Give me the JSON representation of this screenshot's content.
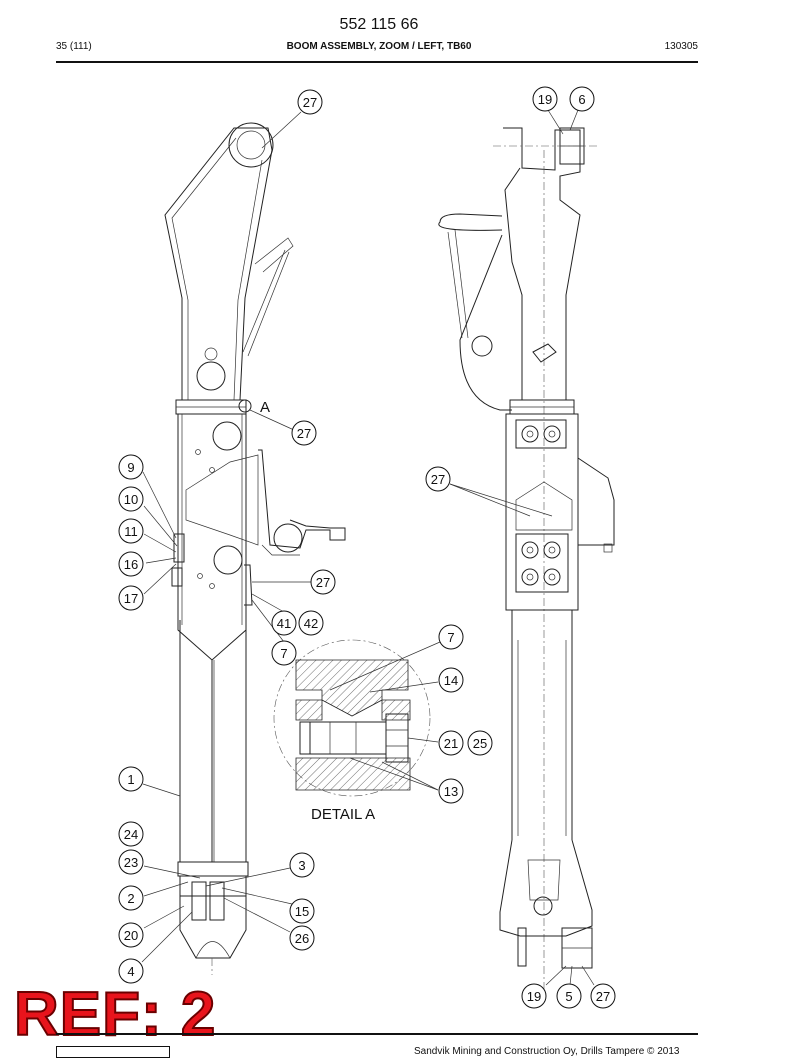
{
  "header": {
    "doc_number": "552 115 66",
    "page": "35 (111)",
    "title": "BOOM ASSEMBLY, ZOOM / LEFT, TB60",
    "code": "130305"
  },
  "drawing": {
    "detail_marker": "A",
    "detail_caption": "DETAIL  A",
    "callouts": {
      "c01": "27",
      "c02": "19",
      "c03": "6",
      "c04": "27",
      "c05": "9",
      "c06": "10",
      "c07": "11",
      "c08": "16",
      "c09": "17",
      "c10": "27",
      "c11": "27",
      "c12": "41",
      "c13": "42",
      "c14": "7",
      "c15": "7",
      "c16": "14",
      "c17": "21",
      "c18": "25",
      "c19": "13",
      "c20": "1",
      "c21": "24",
      "c22": "23",
      "c23": "3",
      "c24": "2",
      "c25": "15",
      "c26": "20",
      "c27": "26",
      "c28": "4",
      "c29": "19",
      "c30": "5",
      "c31": "27"
    }
  },
  "stamp": {
    "ref": "REF: 2"
  },
  "footer": {
    "text": "Sandvik Mining and Construction Oy, Drills Tampere © 2013"
  }
}
